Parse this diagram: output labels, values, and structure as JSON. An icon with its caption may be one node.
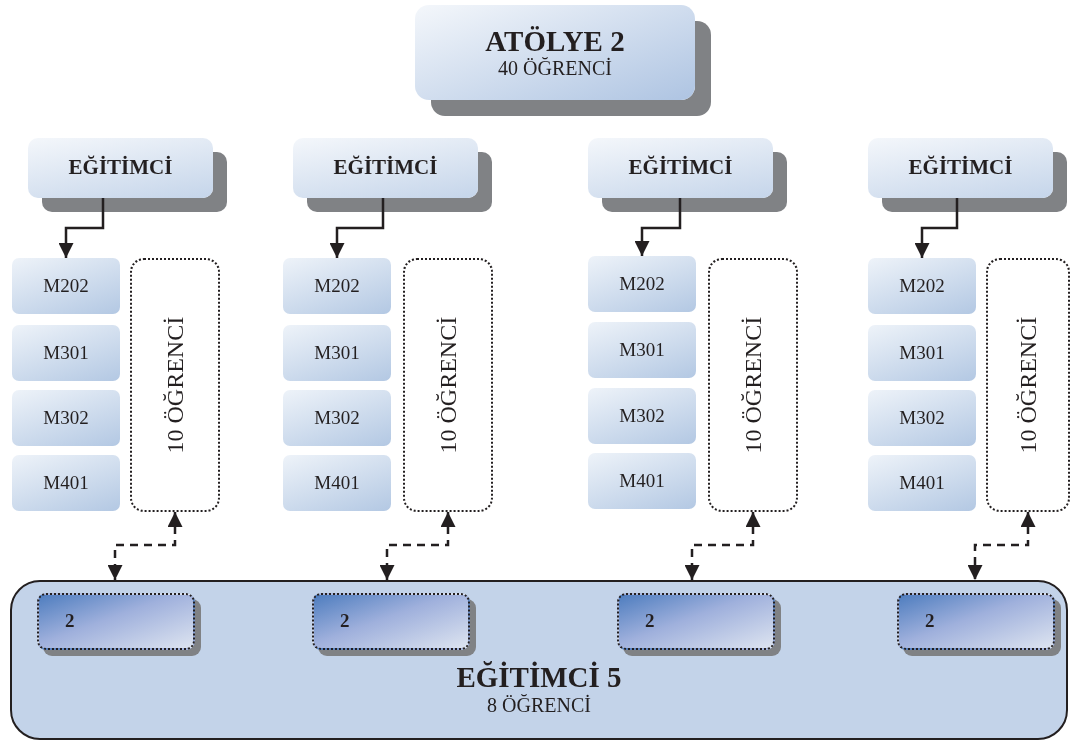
{
  "diagram": {
    "nodes": [
      {
        "text": [
          "ATÖLYE 2",
          "40 ÖĞRENCİ"
        ]
      },
      {
        "text": [
          "EĞİTİMCİ"
        ]
      },
      {
        "text": [
          "M202"
        ]
      },
      {
        "text": [
          "M301"
        ]
      },
      {
        "text": [
          "M302"
        ]
      },
      {
        "text": [
          "M401"
        ]
      },
      {
        "text": [
          "10 ÖĞRENCİ"
        ]
      },
      {
        "text": [
          "EĞİTİMCİ"
        ]
      },
      {
        "text": [
          "M202"
        ]
      },
      {
        "text": [
          "M301"
        ]
      },
      {
        "text": [
          "M302"
        ]
      },
      {
        "text": [
          "M401"
        ]
      },
      {
        "text": [
          "10 ÖĞRENCİ"
        ]
      },
      {
        "text": [
          "EĞİTİMCİ"
        ]
      },
      {
        "text": [
          "M202"
        ]
      },
      {
        "text": [
          "M301"
        ]
      },
      {
        "text": [
          "M302"
        ]
      },
      {
        "text": [
          "M401"
        ]
      },
      {
        "text": [
          "10 ÖĞRENCİ"
        ]
      },
      {
        "text": [
          "EĞİTİMCİ"
        ]
      },
      {
        "text": [
          "M202"
        ]
      },
      {
        "text": [
          "M301"
        ]
      },
      {
        "text": [
          "M302"
        ]
      },
      {
        "text": [
          "M401"
        ]
      },
      {
        "text": [
          "10 ÖĞRENCİ"
        ]
      },
      {
        "text": [
          "EĞİTİMCİ 5",
          "8 ÖĞRENCİ"
        ]
      },
      {
        "text": [
          "2"
        ],
        "in": 25
      },
      {
        "text": [
          "2"
        ],
        "in": 25
      },
      {
        "text": [
          "2"
        ],
        "in": 25
      },
      {
        "text": [
          "2"
        ],
        "in": 25
      }
    ],
    "edges": [
      {
        "from": 1,
        "to": 2,
        "arrow": "to"
      },
      {
        "from": 7,
        "to": 8,
        "arrow": "to"
      },
      {
        "from": 13,
        "to": 14,
        "arrow": "to"
      },
      {
        "from": 19,
        "to": 20,
        "arrow": "to"
      },
      {
        "from": 6,
        "to": 25,
        "arrow": "both",
        "style": "dashed"
      },
      {
        "from": 12,
        "to": 25,
        "arrow": "both",
        "style": "dashed"
      },
      {
        "from": 18,
        "to": 25,
        "arrow": "both",
        "style": "dashed"
      },
      {
        "from": 24,
        "to": 25,
        "arrow": "both",
        "style": "dashed"
      }
    ]
  }
}
